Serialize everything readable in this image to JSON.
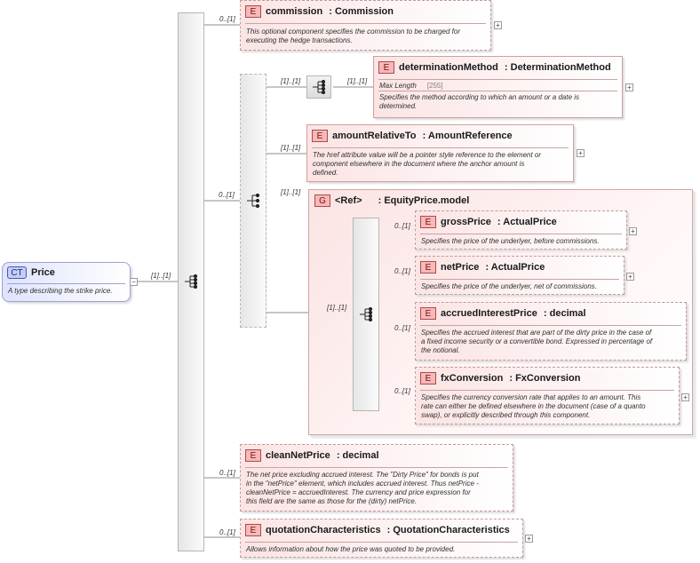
{
  "root": {
    "badge": "CT",
    "name": "Price",
    "description": "A type describing the strike price.",
    "cardinality": "[1]..[1]"
  },
  "elements": {
    "commission": {
      "badge": "E",
      "name": "commission",
      "type": "Commission",
      "cardinality": "0..[1]",
      "description_lines": [
        "This optional component specifies the commission to be charged for",
        "executing the hedge transactions."
      ]
    },
    "choice_cardinality": "0..[1]",
    "seq1_cardinality": "[1]..[1]",
    "determinationMethod": {
      "badge": "E",
      "name": "determinationMethod",
      "type": "DeterminationMethod",
      "cardinality": "[1]..[1]",
      "facet_label": "Max Length",
      "facet_value": "[255]",
      "description_lines": [
        "Specifies the method according to which an amount or a date is",
        "determined."
      ]
    },
    "amountRelativeTo": {
      "badge": "E",
      "name": "amountRelativeTo",
      "type": "AmountReference",
      "cardinality": "[1]..[1]",
      "description_lines": [
        "The href attribute value will be a pointer style reference to the element or",
        "component elsewhere in the document where the anchor amount is",
        "defined."
      ]
    },
    "group": {
      "badge": "G",
      "ref": "<Ref>",
      "name": "EquityPrice.model",
      "cardinality": "[1]..[1]",
      "seq_cardinality": "[1]..[1]"
    },
    "grossPrice": {
      "badge": "E",
      "name": "grossPrice",
      "type": "ActualPrice",
      "cardinality": "0..[1]",
      "description_lines": [
        "Specifies the price of the underlyer, before commissions."
      ]
    },
    "netPrice": {
      "badge": "E",
      "name": "netPrice",
      "type": "ActualPrice",
      "cardinality": "0..[1]",
      "description_lines": [
        "Specifies the price of the underlyer, net of commissions."
      ]
    },
    "accruedInterestPrice": {
      "badge": "E",
      "name": "accruedInterestPrice",
      "type": "decimal",
      "cardinality": "0..[1]",
      "description_lines": [
        "Specifies the accrued interest that are part of the dirty price in the case of",
        "a fixed income security or a convertible bond. Expressed in percentage of",
        "the notional."
      ]
    },
    "fxConversion": {
      "badge": "E",
      "name": "fxConversion",
      "type": "FxConversion",
      "cardinality": "0..[1]",
      "description_lines": [
        "Specifies the currency conversion rate that applies to an amount. This",
        "rate can either be defined elsewhere in the document (case of a quanto",
        "swap), or explicitly described through this component."
      ]
    },
    "cleanNetPrice": {
      "badge": "E",
      "name": "cleanNetPrice",
      "type": "decimal",
      "cardinality": "0..[1]",
      "description_lines": [
        "The net price excluding accrued interest. The \"Dirty Price\" for bonds is put",
        "in the \"netPrice\" element, which includes accrued interest. Thus netPrice -",
        "cleanNetPrice = accruedInterest. The currency and price expression for",
        "this field are the same as those for the (dirty) netPrice."
      ]
    },
    "quotationCharacteristics": {
      "badge": "E",
      "name": "quotationCharacteristics",
      "type": "QuotationCharacteristics",
      "cardinality": "0..[1]",
      "description_lines": [
        "Allows information about how the price was quoted to be provided."
      ]
    }
  },
  "colors": {
    "element_fill": "#fbe4e4",
    "element_border": "#cfa0a0",
    "ct_fill": "#dfe3fb",
    "badge_fill": "#f6b8b8",
    "bar_fill": "#e6e6e6"
  }
}
